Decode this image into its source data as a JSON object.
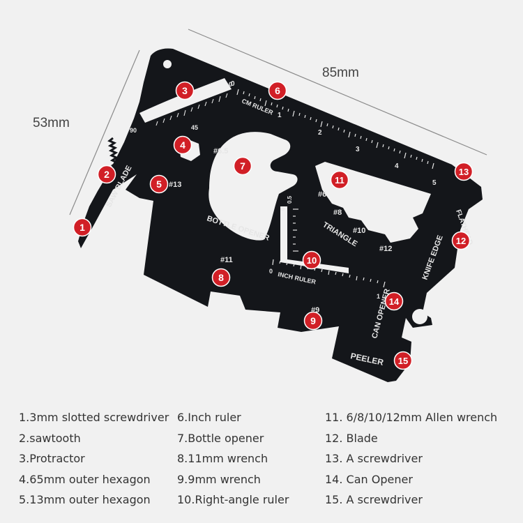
{
  "dimensions": {
    "width": "85mm",
    "height": "53mm"
  },
  "card_text": {
    "cm_ruler": "CM RULER",
    "cm_ticks": [
      "0",
      "1",
      "2",
      "3",
      "4",
      "5"
    ],
    "protractor": [
      "90",
      "45",
      "0"
    ],
    "saw_blade": "SAW BLADE",
    "hex_65": "#6.5",
    "hex_13": "#13",
    "bottle_opener": "BOTTLE OPENER",
    "vertical_scale": [
      "0",
      "0.5"
    ],
    "allen": [
      "#6",
      "#8",
      "#10",
      "#12"
    ],
    "triangle": "TRIANGLE",
    "wrench_11": "#11",
    "inch_ruler": "INCH RULER",
    "inch_ticks": [
      "0",
      "1"
    ],
    "wrench_9": "#9",
    "can_opener": "CAN OPENER",
    "peeler": "PEELER",
    "knife_edge": "KNIFE EDGE",
    "flathead": "FLATHEAD"
  },
  "markers": [
    "1",
    "2",
    "3",
    "4",
    "5",
    "6",
    "7",
    "8",
    "9",
    "10",
    "11",
    "12",
    "13",
    "14",
    "15"
  ],
  "legend": [
    {
      "num": "1.",
      "text": "3mm slotted screwdriver"
    },
    {
      "num": "2.",
      "text": "sawtooth"
    },
    {
      "num": "3.",
      "text": "Protractor"
    },
    {
      "num": "4.",
      "text": "65mm outer hexagon"
    },
    {
      "num": "5.",
      "text": "13mm outer hexagon"
    },
    {
      "num": "6.",
      "text": "Inch ruler"
    },
    {
      "num": "7.",
      "text": "Bottle opener"
    },
    {
      "num": "8.",
      "text": "11mm wrench"
    },
    {
      "num": "9.",
      "text": "9mm wrench"
    },
    {
      "num": "10.",
      "text": "Right-angle ruler"
    },
    {
      "num": "11.",
      "text": "6/8/10/12mm Allen wrench"
    },
    {
      "num": "12.",
      "text": "Blade"
    },
    {
      "num": "13.",
      "text": "A screwdriver"
    },
    {
      "num": "14.",
      "text": "Can Opener"
    },
    {
      "num": "15.",
      "text": "A screwdriver"
    }
  ],
  "colors": {
    "card": "#14161a",
    "engraving": "#e6e6e6",
    "marker": "#d11f26",
    "background": "#f1f1f1"
  }
}
